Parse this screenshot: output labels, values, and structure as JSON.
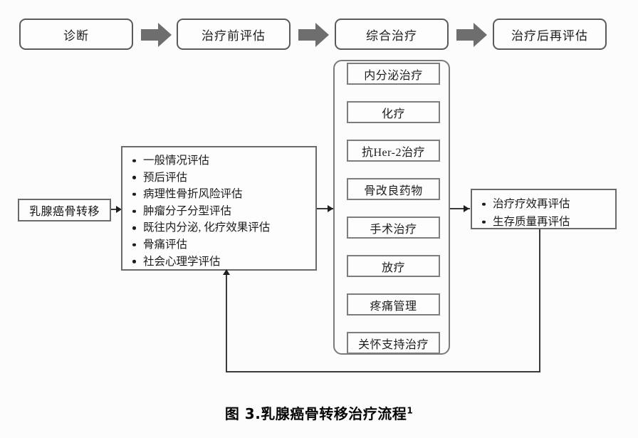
{
  "figure": {
    "caption_text": "图 3.乳腺癌骨转移治疗流程",
    "caption_ref": "1"
  },
  "colors": {
    "background": "#fcfcfc",
    "box_border": "#6a6a6a",
    "stage_border": "#5a5a5a",
    "block_arrow_fill": "#6e6e6e",
    "connector": "#3a3a3a",
    "text": "#1b1b1b"
  },
  "top_stages": [
    {
      "label": "诊断"
    },
    {
      "label": "治疗前评估"
    },
    {
      "label": "综合治疗"
    },
    {
      "label": "治疗后再评估"
    }
  ],
  "stage_arrows": [
    {
      "name": "block-arrow-1"
    },
    {
      "name": "block-arrow-2"
    },
    {
      "name": "block-arrow-3"
    }
  ],
  "source": {
    "label": "乳腺癌骨转移"
  },
  "assessment": {
    "items": [
      "一般情况评估",
      "预后评估",
      "病理性骨折风险评估",
      "肿瘤分子分型评估",
      "既往内分泌, 化疗效果评估",
      "骨痛评估",
      "社会心理学评估"
    ]
  },
  "treatments": {
    "items": [
      "内分泌治疗",
      "化疗",
      "抗Her-2治疗",
      "骨改良药物",
      "手术治疗",
      "放疗",
      "疼痛管理",
      "关怀支持治疗"
    ]
  },
  "outcome": {
    "items": [
      "治疗疗效再评估",
      "生存质量再评估"
    ]
  }
}
